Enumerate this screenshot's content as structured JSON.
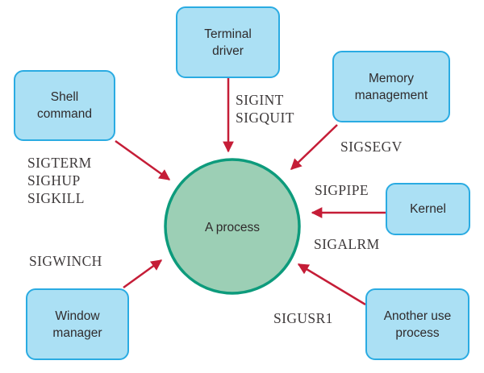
{
  "colors": {
    "background": "#ffffff",
    "box_fill": "#abe0f4",
    "box_border": "#2aabe2",
    "circle_fill": "#9ccfb5",
    "circle_border": "#0d9b7c",
    "arrow": "#c51d37",
    "text": "#2f2a2b",
    "signal_text": "#3e3a3b"
  },
  "process": {
    "label": "A process"
  },
  "nodes": [
    {
      "label": "Terminal driver",
      "lines": [
        "Terminal",
        "driver"
      ]
    },
    {
      "label": "Shell command",
      "lines": [
        "Shell",
        "command"
      ]
    },
    {
      "label": "Memory management",
      "lines": [
        "Memory",
        "management"
      ]
    },
    {
      "label": "Kernel",
      "lines": [
        "Kernel"
      ]
    },
    {
      "label": "Window manager",
      "lines": [
        "Window",
        "manager"
      ]
    },
    {
      "label": "Another use process",
      "lines": [
        "Another use",
        "process"
      ]
    }
  ],
  "signal_groups": [
    {
      "source": "Terminal driver",
      "lines": [
        "SIGINT",
        "SIGQUIT"
      ]
    },
    {
      "source": "Shell command",
      "lines": [
        "SIGTERM",
        "SIGHUP",
        "SIGKILL"
      ]
    },
    {
      "source": "Memory management",
      "lines": [
        "SIGSEGV"
      ]
    },
    {
      "source": "Kernel",
      "lines": [
        "SIGPIPE"
      ]
    },
    {
      "source": "Kernel",
      "lines": [
        "SIGALRM"
      ]
    },
    {
      "source": "Window manager",
      "lines": [
        "SIGWINCH"
      ]
    },
    {
      "source": "Another use process",
      "lines": [
        "SIGUSR1"
      ]
    }
  ]
}
